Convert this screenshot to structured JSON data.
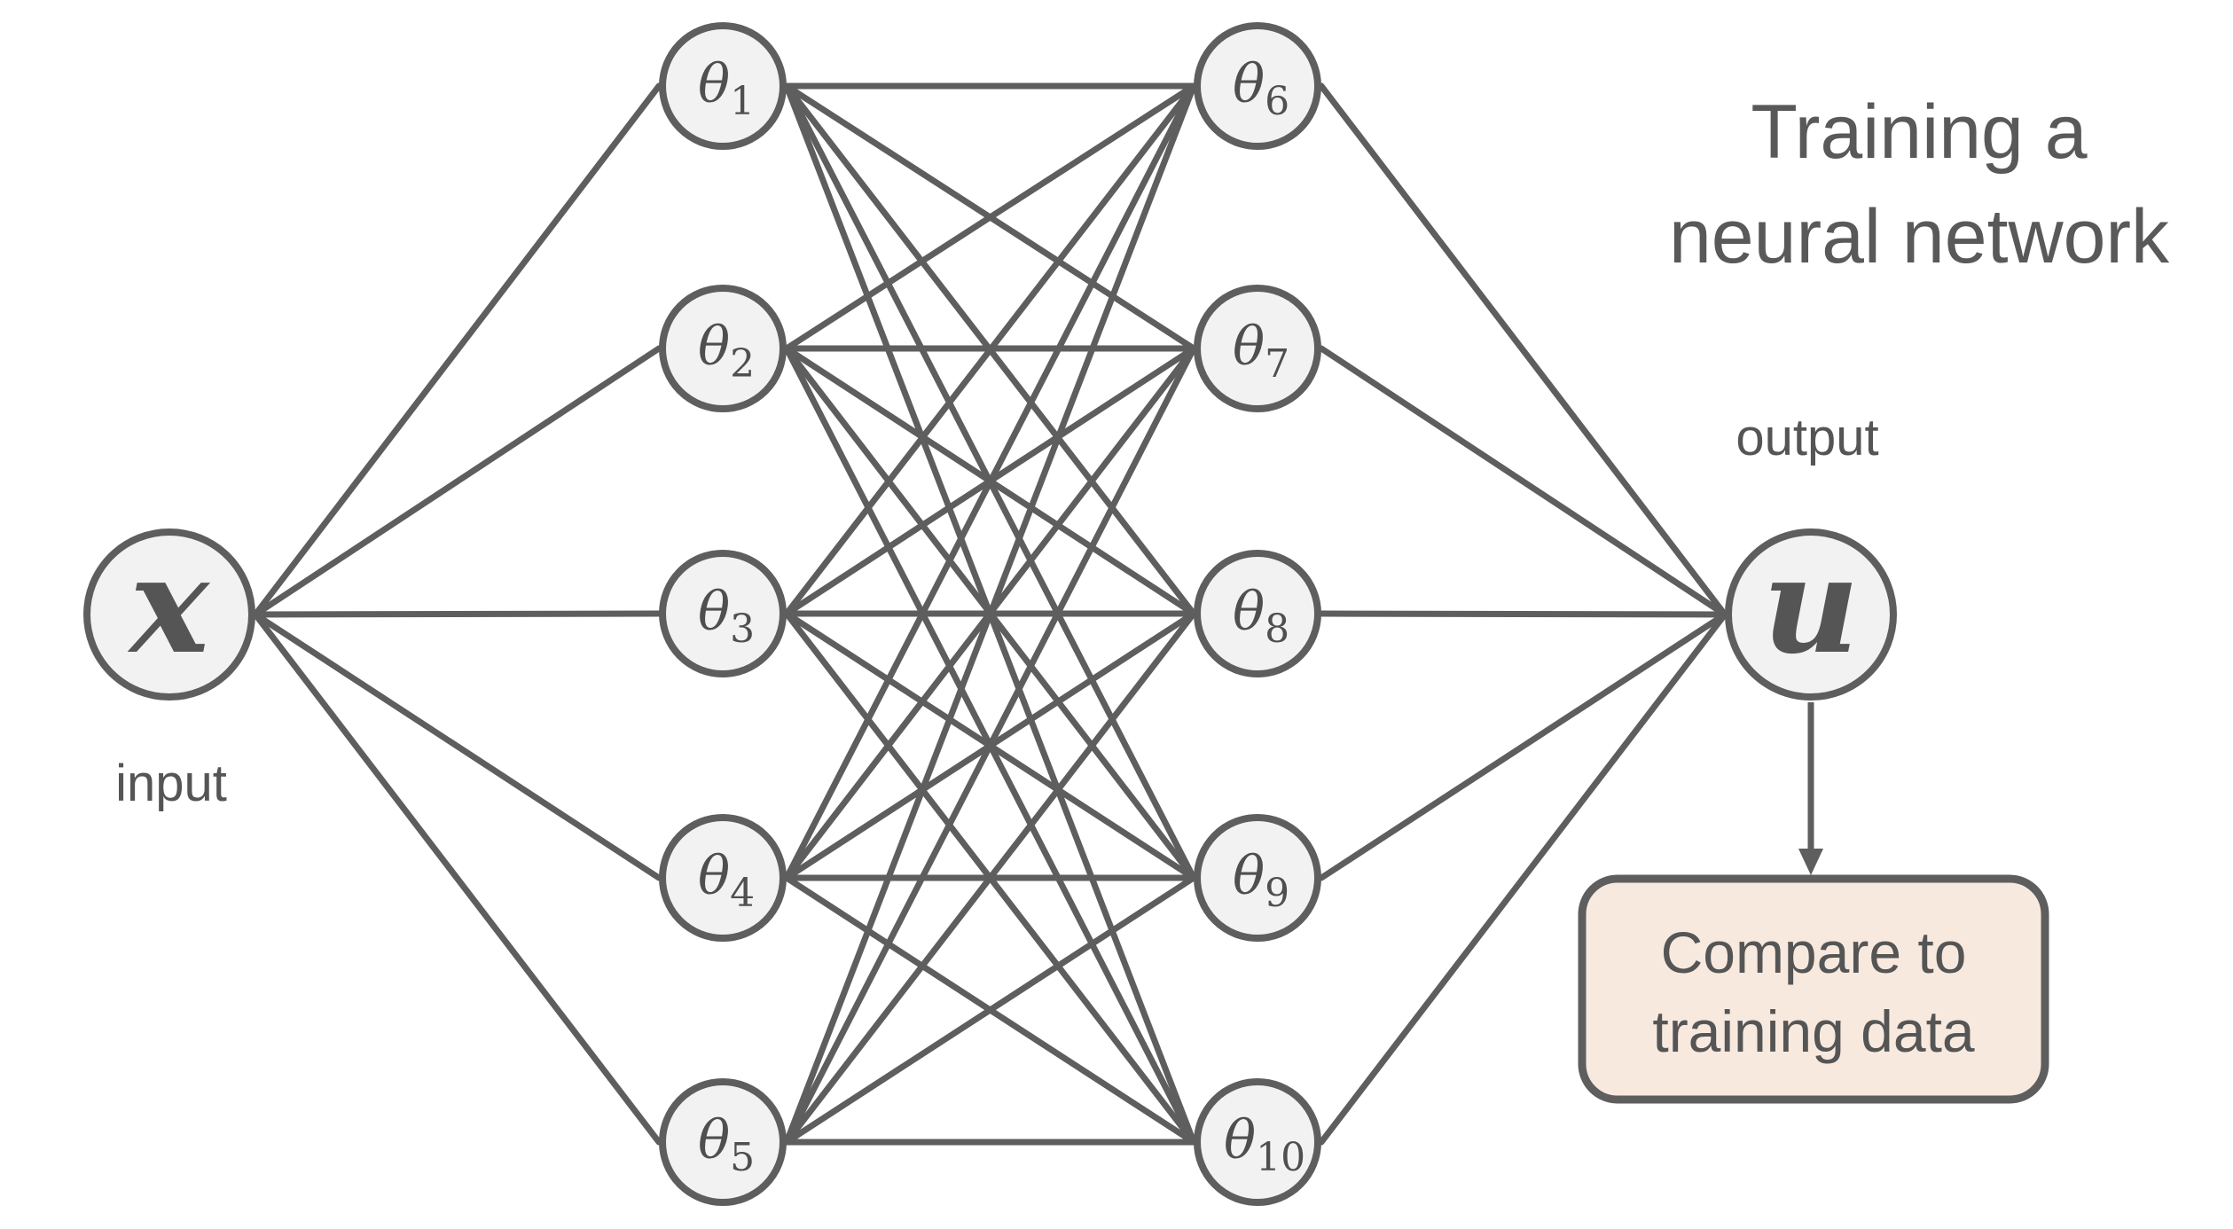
{
  "title": {
    "line1": "Training a",
    "line2": "neural network"
  },
  "input_node": {
    "symbol": "x",
    "caption": "input"
  },
  "output_node": {
    "symbol": "u",
    "caption": "output"
  },
  "hidden_layers": [
    {
      "name": "hidden-layer-1",
      "nodes": [
        {
          "symbol": "θ",
          "subscript": "1"
        },
        {
          "symbol": "θ",
          "subscript": "2"
        },
        {
          "symbol": "θ",
          "subscript": "3"
        },
        {
          "symbol": "θ",
          "subscript": "4"
        },
        {
          "symbol": "θ",
          "subscript": "5"
        }
      ]
    },
    {
      "name": "hidden-layer-2",
      "nodes": [
        {
          "symbol": "θ",
          "subscript": "6"
        },
        {
          "symbol": "θ",
          "subscript": "7"
        },
        {
          "symbol": "θ",
          "subscript": "8"
        },
        {
          "symbol": "θ",
          "subscript": "9"
        },
        {
          "symbol": "θ",
          "subscript": "10"
        }
      ]
    }
  ],
  "connectivity": "fully-connected",
  "compare_box": {
    "line1": "Compare to",
    "line2": "training data",
    "fill_color": "#f8e9df"
  },
  "colors": {
    "stroke": "#5e5e5e",
    "node_fill": "#f2f2f2",
    "text": "#555555"
  }
}
